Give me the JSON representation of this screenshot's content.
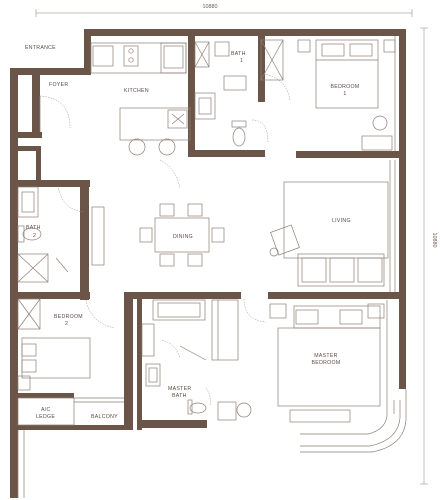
{
  "dimensions": {
    "width": "10880",
    "height": "10880"
  },
  "rooms": {
    "entrance": "ENTRANCE",
    "foyer": "FOYER",
    "kitchen": "KITCHEN",
    "bath1_line1": "BATH",
    "bath1_line2": "1",
    "bedroom1_line1": "BEDROOM",
    "bedroom1_line2": "1",
    "bath2_line1": "BATH",
    "bath2_line2": "2",
    "dining": "DINING",
    "living": "LIVING",
    "bedroom2_line1": "BEDROOM",
    "bedroom2_line2": "2",
    "master_bedroom_line1": "MASTER",
    "master_bedroom_line2": "BEDROOM",
    "master_bath_line1": "MASTER",
    "master_bath_line2": "BATH",
    "ac_ledge_line1": "A/C",
    "ac_ledge_line2": "LEDGE",
    "balcony": "BALCONY"
  },
  "colors": {
    "wall": "#6b5548",
    "fixture_line": "#8e7e74",
    "label": "#5a4a42"
  }
}
